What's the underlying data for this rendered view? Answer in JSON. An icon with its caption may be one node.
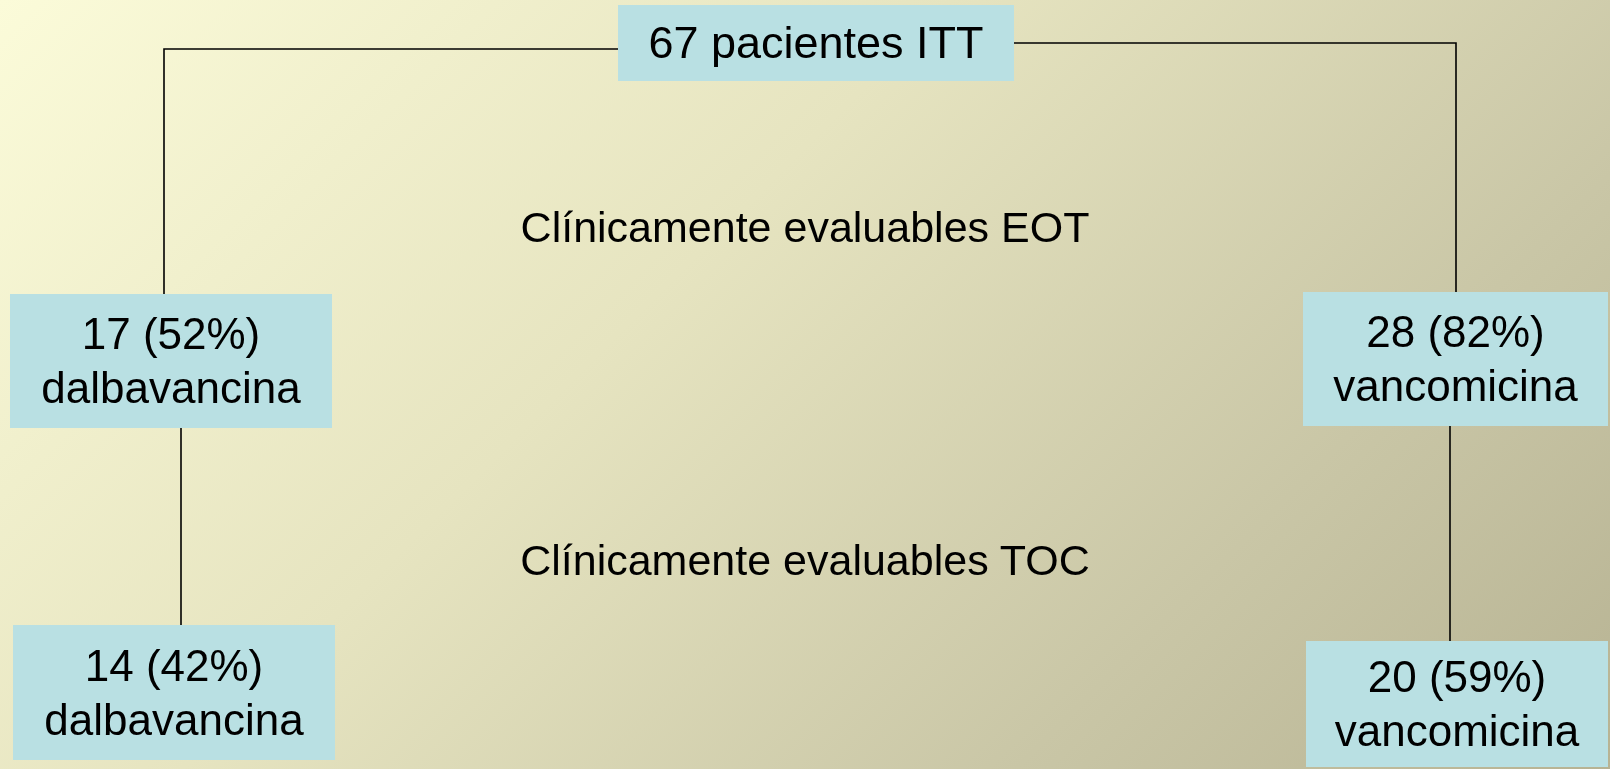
{
  "diagram": {
    "nodes": [
      {
        "text": [
          "67 pacientes ITT"
        ]
      },
      {
        "text": [
          "17 (52%) dalbavancina"
        ]
      },
      {
        "text": [
          "28 (82%) vancomicina"
        ]
      },
      {
        "text": [
          "14 (42%) dalbavancina"
        ]
      },
      {
        "text": [
          "20 (59%) vancomicina"
        ]
      }
    ],
    "edges": [
      {
        "from": 0,
        "to": 1,
        "arrow": "none"
      },
      {
        "from": 0,
        "to": 2,
        "arrow": "none"
      },
      {
        "from": 1,
        "to": 3,
        "arrow": "none"
      },
      {
        "from": 2,
        "to": 4,
        "arrow": "none"
      }
    ],
    "labels": [
      "Clínicamente evaluables EOT",
      "Clínicamente evaluables TOC"
    ]
  }
}
